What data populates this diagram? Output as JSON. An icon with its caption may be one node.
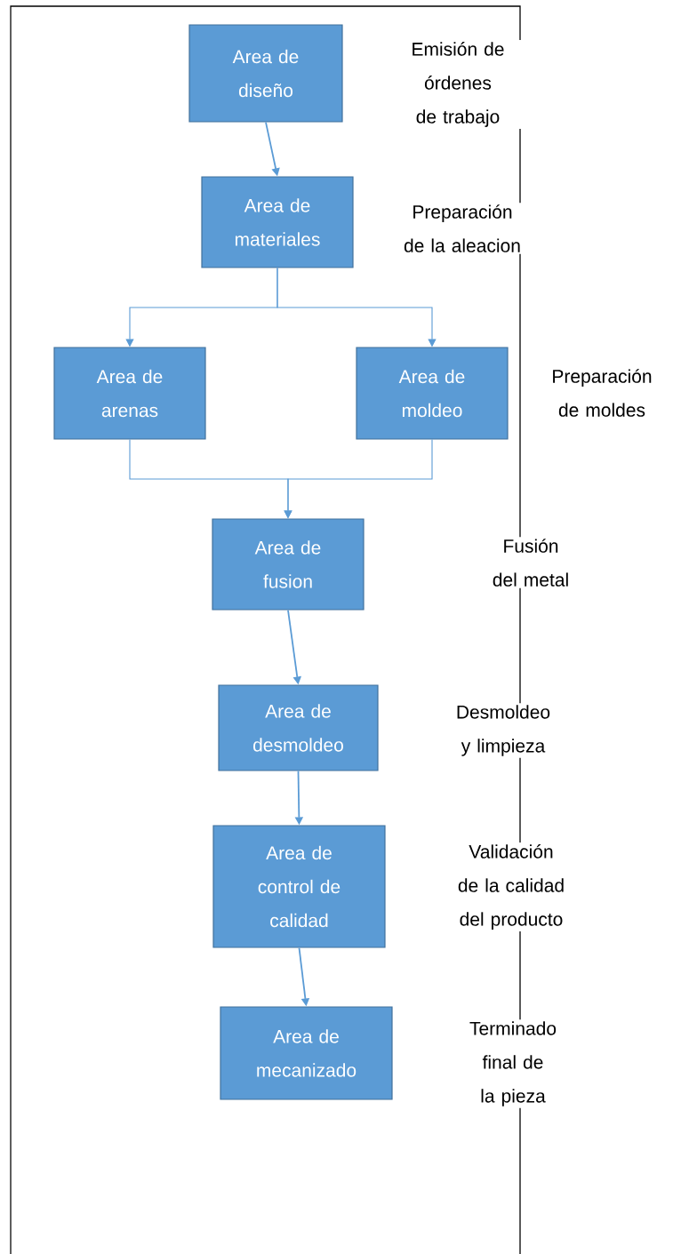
{
  "diagram": {
    "nodes": [
      {
        "text": [
          "Area de diseño"
        ]
      },
      {
        "text": [
          "Area de materiales"
        ]
      },
      {
        "text": [
          "Area de arenas"
        ]
      },
      {
        "text": [
          "Area de moldeo"
        ]
      },
      {
        "text": [
          "Area de fusion"
        ]
      },
      {
        "text": [
          "Area de desmoldeo"
        ]
      },
      {
        "text": [
          "Area de control de calidad"
        ]
      },
      {
        "text": [
          "Area de mecanizado"
        ]
      }
    ],
    "edges": [
      {
        "from": 0,
        "to": 1,
        "arrow": "to"
      },
      {
        "from": 1,
        "to": 2,
        "arrow": "to"
      },
      {
        "from": 1,
        "to": 3,
        "arrow": "to"
      },
      {
        "from": 2,
        "to": 4,
        "arrow": "to"
      },
      {
        "from": 3,
        "to": 4,
        "arrow": "to"
      },
      {
        "from": 4,
        "to": 5,
        "arrow": "to"
      },
      {
        "from": 5,
        "to": 6,
        "arrow": "to"
      },
      {
        "from": 6,
        "to": 7,
        "arrow": "to"
      }
    ],
    "labels": [
      "Emisión de órdenes de trabajo",
      "Preparación de la aleacion",
      "Preparación de moldes",
      "Fusión del metal",
      "Desmoldeo y limpieza",
      "Validación de la calidad del producto",
      "Terminado final de la pieza"
    ]
  }
}
